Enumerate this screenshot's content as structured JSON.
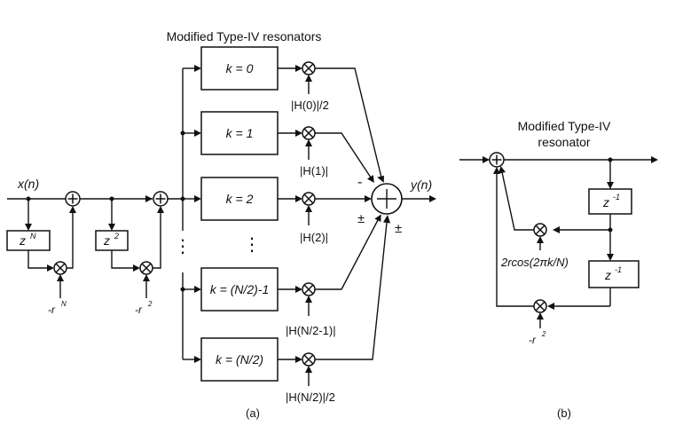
{
  "diagram_a": {
    "title": "Modified Type-IV resonators",
    "input_label": "x(n)",
    "output_label": "y(n)",
    "delay_n_label": "z",
    "delay_n_exp": "N",
    "delay_2_label": "z",
    "delay_2_exp": "2",
    "coef_n": "-r",
    "coef_n_exp": "N",
    "coef_2": "-r",
    "coef_2_exp": "2",
    "resonators": [
      "k = 0",
      "k = 1",
      "k = 2",
      "k = (N/2)-1",
      "k = (N/2)"
    ],
    "gains": [
      "|H(0)|/2",
      "|H(1)|",
      "|H(2)|",
      "|H(N/2-1)|",
      "|H(N/2)|/2"
    ],
    "signs": [
      "-",
      "±",
      "±"
    ],
    "ellipsis": "⋮",
    "caption": "(a)"
  },
  "diagram_b": {
    "title_line1": "Modified Type-IV",
    "title_line2": "resonator",
    "delay1_label": "z",
    "delay1_exp": "-1",
    "delay2_label": "z",
    "delay2_exp": "-1",
    "coef_cos": "2rcos(2πk/N)",
    "coef_r2": "-r",
    "coef_r2_exp": "2",
    "caption": "(b)"
  }
}
